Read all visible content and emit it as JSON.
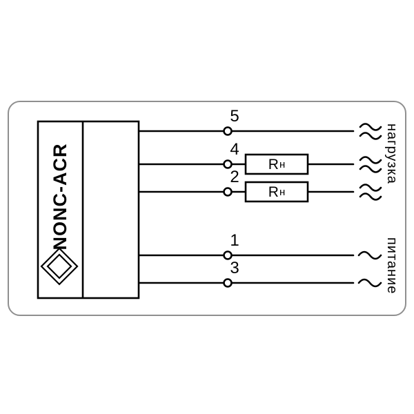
{
  "diagram": {
    "sensor_label": "NONC-ACR",
    "terminals": [
      {
        "number": "5"
      },
      {
        "number": "4"
      },
      {
        "number": "2"
      },
      {
        "number": "1"
      },
      {
        "number": "3"
      }
    ],
    "resistors": [
      {
        "main": "R",
        "sub": "н"
      },
      {
        "main": "R",
        "sub": "н"
      }
    ],
    "labels": {
      "load": "нагрузка",
      "power": "питание"
    },
    "icons": {
      "ac_symbol": "~",
      "sensor_face": "double-diamond"
    },
    "colors": {
      "line": "#000000",
      "frame_border": "#8f8f8f",
      "background": "#ffffff"
    }
  }
}
